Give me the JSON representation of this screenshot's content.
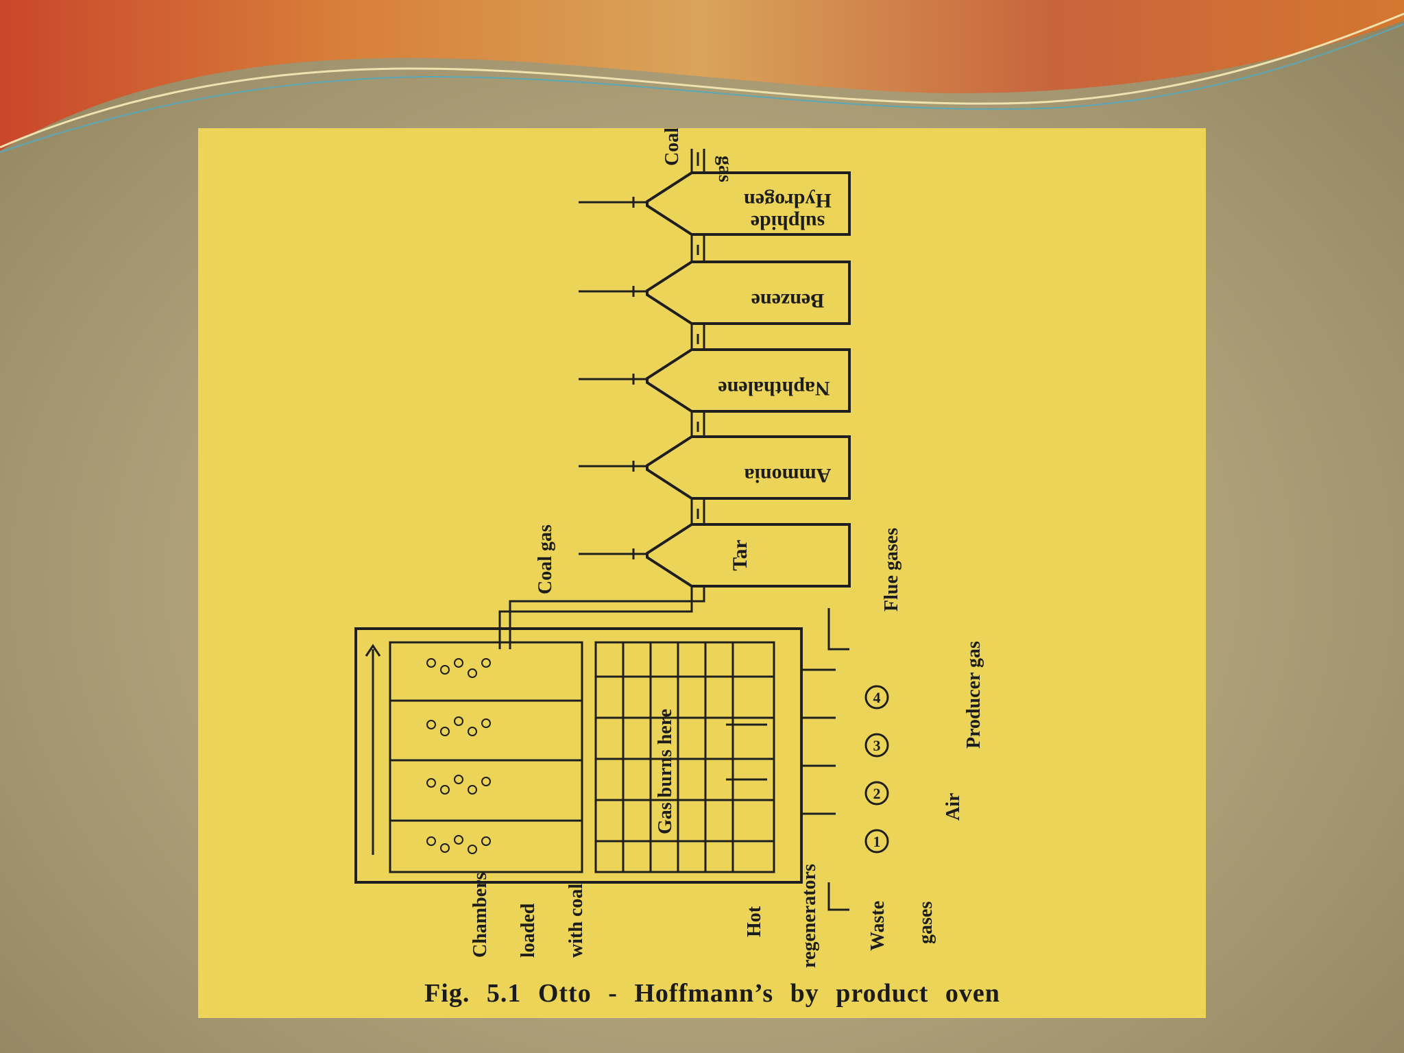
{
  "slide": {
    "theme_colors": {
      "background": "#b8aa82",
      "panel": "#ecd459",
      "wave_orange": "#d9783a",
      "wave_red": "#c7482a"
    }
  },
  "figure": {
    "caption": "Fig. 5.1 Otto - Hoffmann’s by product oven",
    "labels": {
      "coal_gas_top_1": "Coal",
      "coal_gas_top_2": "gas",
      "hydrogen_sulphide_1": "Hydrogen",
      "hydrogen_sulphide_2": "sulphide",
      "benzene": "Benzene",
      "naphthalene": "Naphthalene",
      "ammonia": "Ammonia",
      "tar": "Tar",
      "coal_gas_inlet": "Coal gas",
      "flue_gases": "Flue gases",
      "gas_burns_here": "Gas burns here",
      "producer_gas": "Producer gas",
      "air": "Air",
      "chambers_1": "Chambers",
      "chambers_2": "loaded",
      "chambers_3": "with coal",
      "hot": "Hot",
      "regenerators": "regenerators",
      "waste": "Waste",
      "gases": "gases",
      "n1": "1",
      "n2": "2",
      "n3": "3",
      "n4": "4"
    }
  }
}
